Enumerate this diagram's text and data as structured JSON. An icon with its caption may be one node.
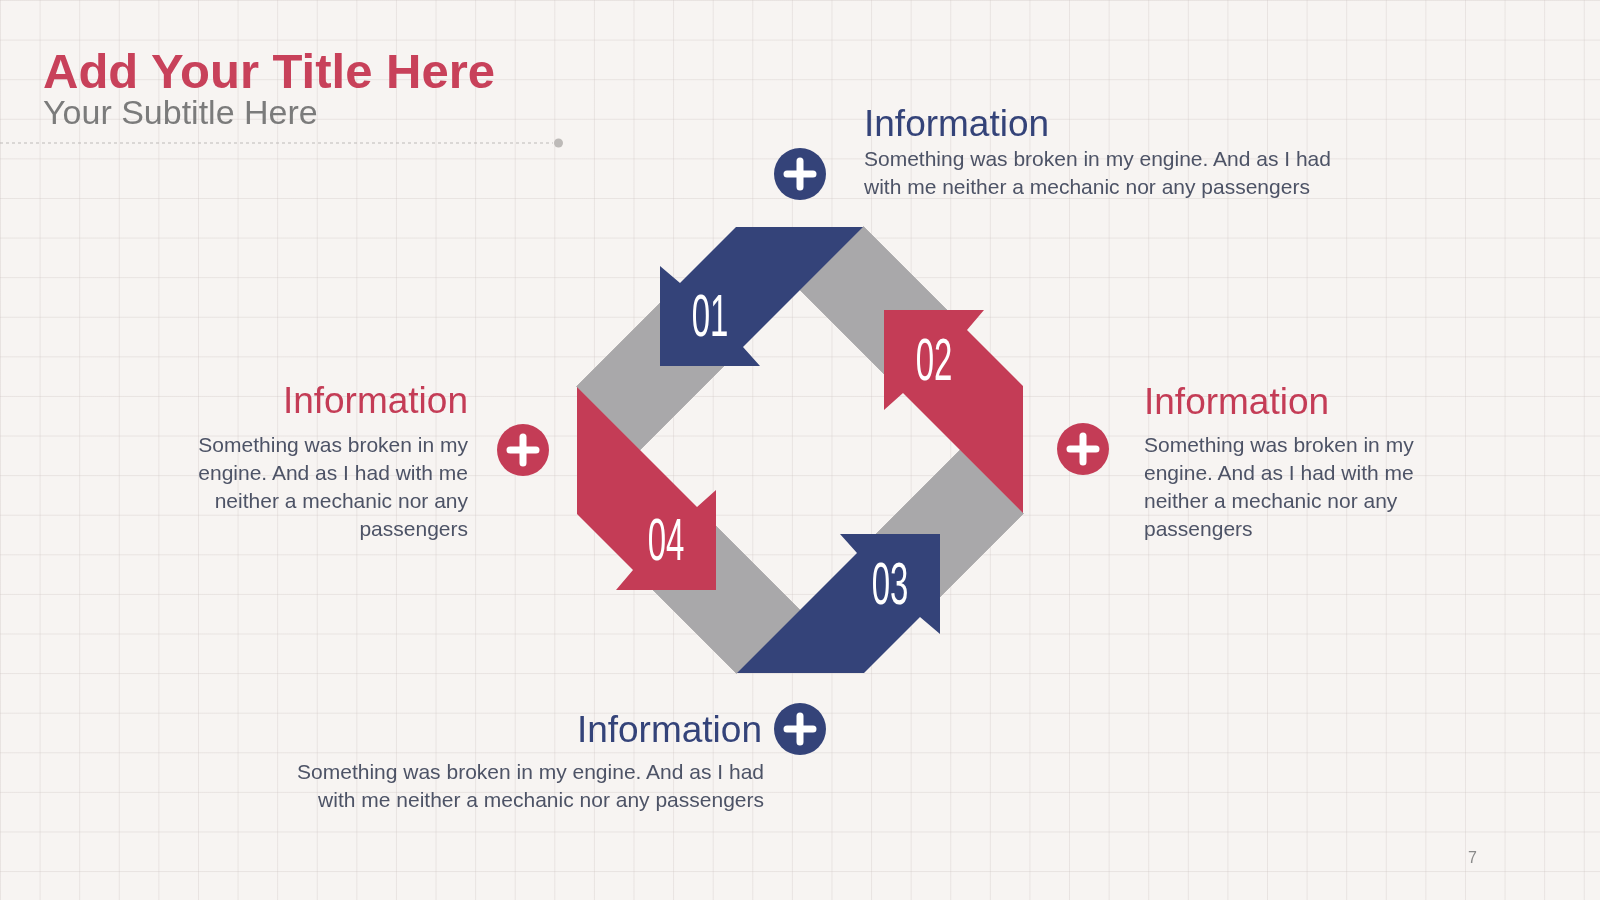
{
  "diagram": {
    "title": "Add Your Title Here",
    "nodes": [
      {
        "text": [
          "01"
        ]
      },
      {
        "text": [
          "02"
        ]
      },
      {
        "text": [
          "03"
        ]
      },
      {
        "text": [
          "04"
        ]
      }
    ],
    "edges": [
      {
        "from": 0,
        "to": 1,
        "arrow": "none"
      },
      {
        "from": 1,
        "to": 2,
        "arrow": "none"
      },
      {
        "from": 2,
        "to": 3,
        "arrow": "none"
      },
      {
        "from": 3,
        "to": 0,
        "arrow": "none"
      }
    ],
    "labels": [
      "Your Subtitle Here",
      "Information",
      "Something was broken in my engine. And as I had with me neither a mechanic nor any passengers",
      "Information",
      "Something was broken in my engine. And as I had with me neither a mechanic nor any passengers",
      "Information",
      "Something was broken in my engine. And as I had with me neither a mechanic nor any passengers",
      "Information",
      "Something was broken in my engine. And as I had with me neither a mechanic nor any passengers",
      "7"
    ]
  }
}
